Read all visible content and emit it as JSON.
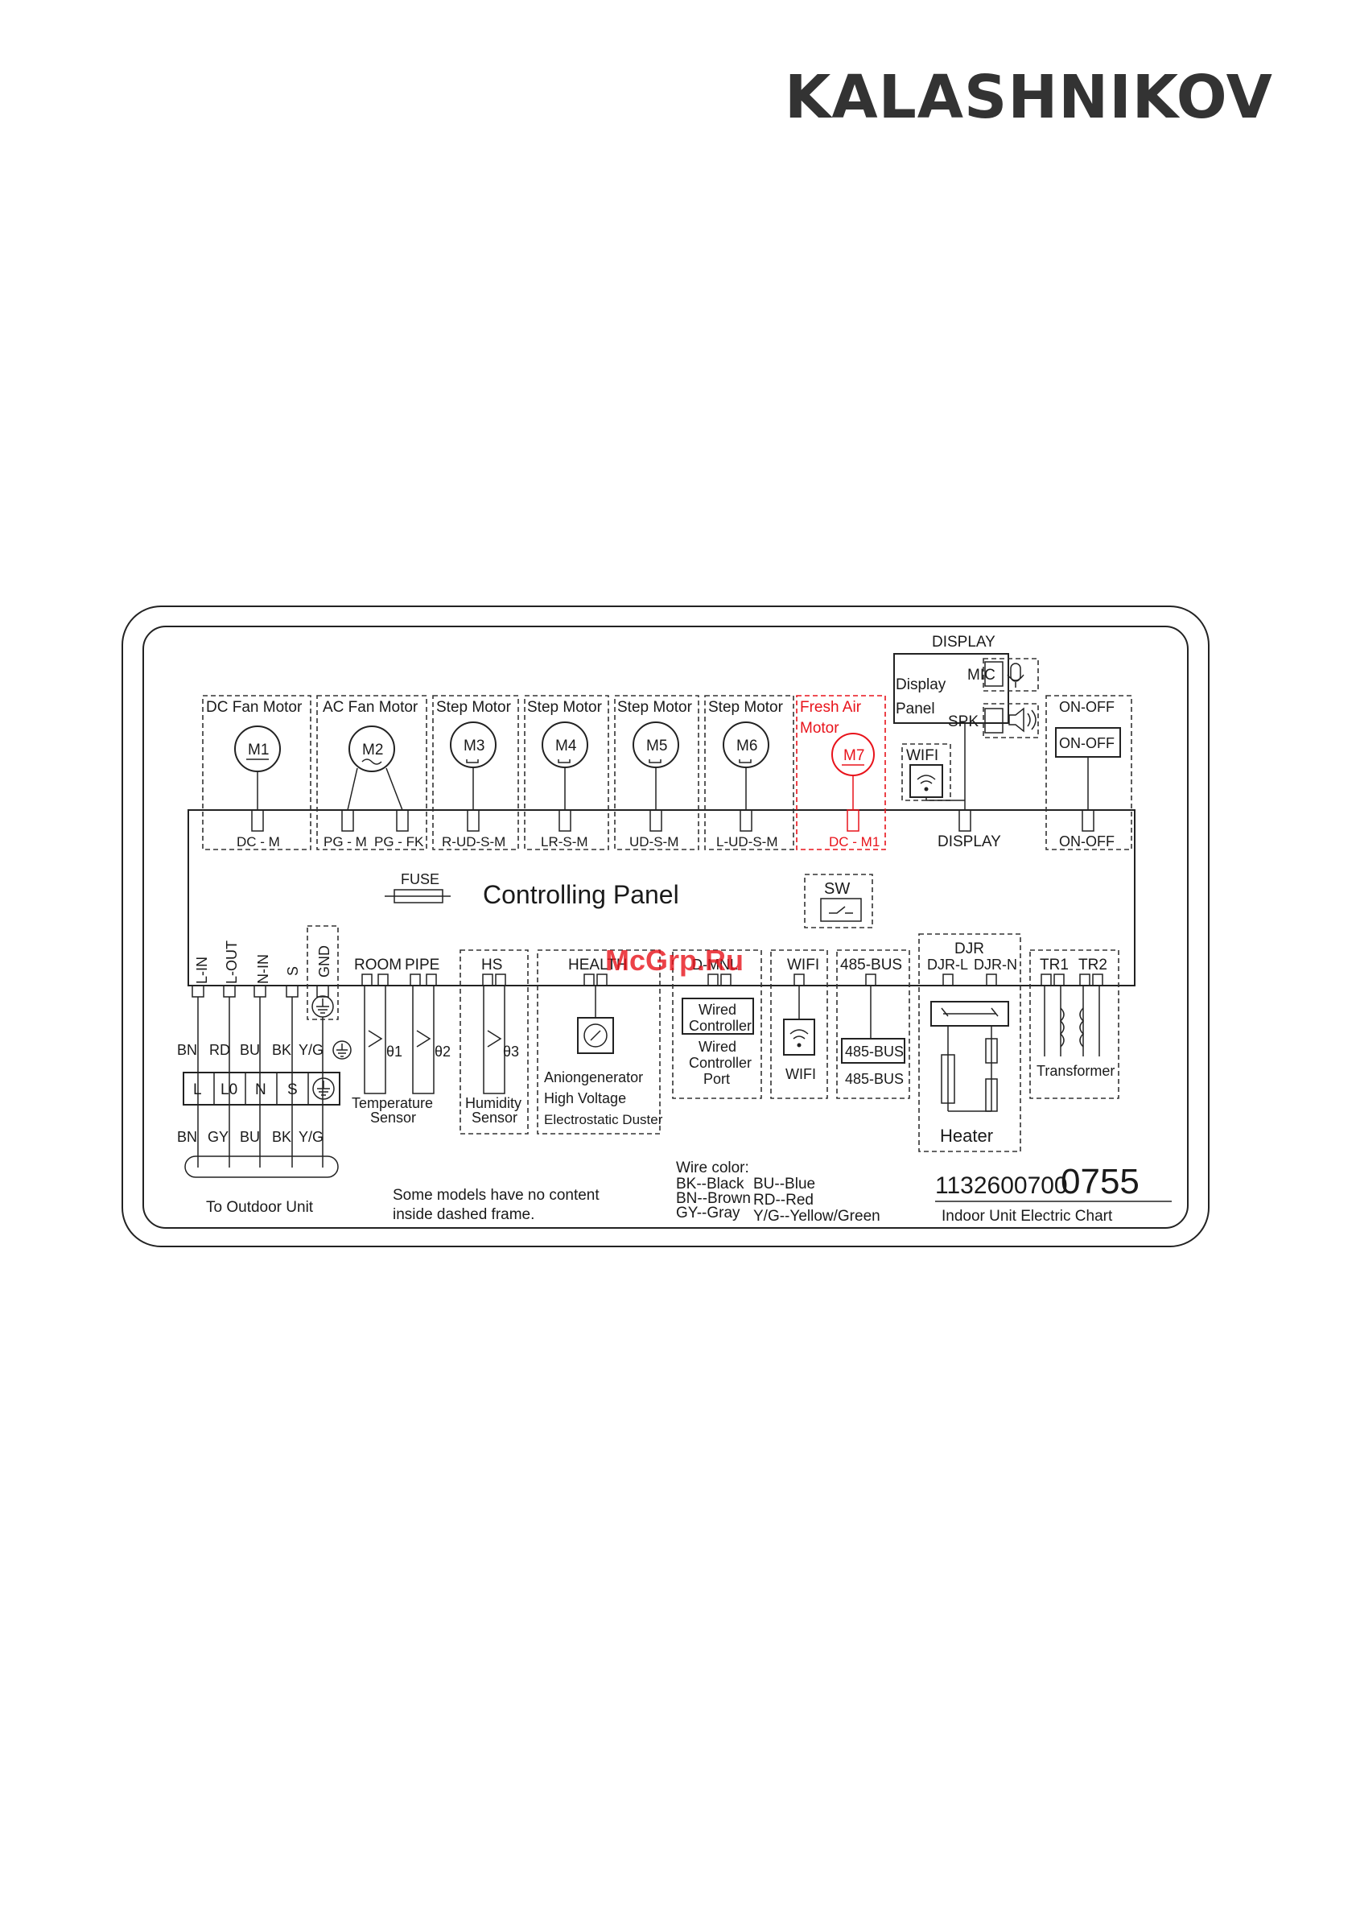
{
  "brand": {
    "logo": "KALASHNIKOV"
  },
  "watermark": "McGrp.Ru",
  "panel": {
    "title": "Controlling Panel",
    "fuse": "FUSE",
    "sw": "SW"
  },
  "display": {
    "title": "DISPLAY",
    "panel_label_1": "Display",
    "panel_label_2": "Panel",
    "mic": "MIC",
    "spk": "SPK",
    "wifi": "WIFI",
    "connector": "DISPLAY"
  },
  "onoff": {
    "title": "ON-OFF",
    "box": "ON-OFF",
    "connector": "ON-OFF"
  },
  "motors": [
    {
      "title": "DC Fan Motor",
      "id": "M1",
      "conn": [
        "DC - M"
      ]
    },
    {
      "title": "AC Fan Motor",
      "id": "M2",
      "conn": [
        "PG - M",
        "PG - FK"
      ]
    },
    {
      "title": "Step Motor",
      "id": "M3",
      "conn": [
        "R-UD-S-M"
      ]
    },
    {
      "title": "Step Motor",
      "id": "M4",
      "conn": [
        "LR-S-M"
      ]
    },
    {
      "title": "Step Motor",
      "id": "M5",
      "conn": [
        "UD-S-M"
      ]
    },
    {
      "title": "Step Motor",
      "id": "M6",
      "conn": [
        "L-UD-S-M"
      ]
    },
    {
      "title_1": "Fresh Air",
      "title_2": "Motor",
      "id": "M7",
      "conn": [
        "DC - M1"
      ]
    }
  ],
  "power": {
    "ports": [
      "L-IN",
      "L-OUT",
      "N-IN",
      "S",
      "GND"
    ],
    "colors_top": [
      "BN",
      "RD",
      "BU",
      "BK",
      "Y/G"
    ],
    "terminals": [
      "L",
      "L0",
      "N",
      "S"
    ],
    "colors_bottom": [
      "BN",
      "GY",
      "BU",
      "BK",
      "Y/G"
    ],
    "outdoor": "To Outdoor Unit"
  },
  "sensors": {
    "room": "ROOM",
    "pipe": "PIPE",
    "t1": "θ1",
    "t2": "θ2",
    "label_1": "Temperature",
    "label_2": "Sensor"
  },
  "humidity": {
    "port": "HS",
    "t3": "θ3",
    "label_1": "Humidity",
    "label_2": "Sensor"
  },
  "health": {
    "port": "HEALTH",
    "line1": "Aniongenerator",
    "line2": "High Voltage",
    "line3": "Electrostatic Duster"
  },
  "wired": {
    "port": "D-MNL",
    "box_1": "Wired",
    "box_2": "Controller",
    "label_1": "Wired",
    "label_2": "Controller",
    "label_3": "Port"
  },
  "wifi_mod": {
    "port": "WIFI",
    "label": "WIFI"
  },
  "bus": {
    "port": "485-BUS",
    "box": "485-BUS",
    "label": "485-BUS"
  },
  "heater": {
    "port": "DJR",
    "left": "DJR-L",
    "right": "DJR-N",
    "label": "Heater"
  },
  "transformer": {
    "tr1": "TR1",
    "tr2": "TR2",
    "label": "Transformer"
  },
  "note": {
    "line1": "Some models have no content",
    "line2": "inside dashed frame."
  },
  "legend": {
    "title": "Wire color:",
    "c1": "BK--Black",
    "c2": "BN--Brown",
    "c3": "GY--Gray",
    "c4": "BU--Blue",
    "c5": "RD--Red",
    "c6": "Y/G--Yellow/Green"
  },
  "code": {
    "small": "1132600700",
    "big": "0755",
    "caption": "Indoor Unit Electric Chart"
  },
  "colors": {
    "accent": "#e8131b",
    "line": "#222222",
    "logo": "#333333"
  }
}
